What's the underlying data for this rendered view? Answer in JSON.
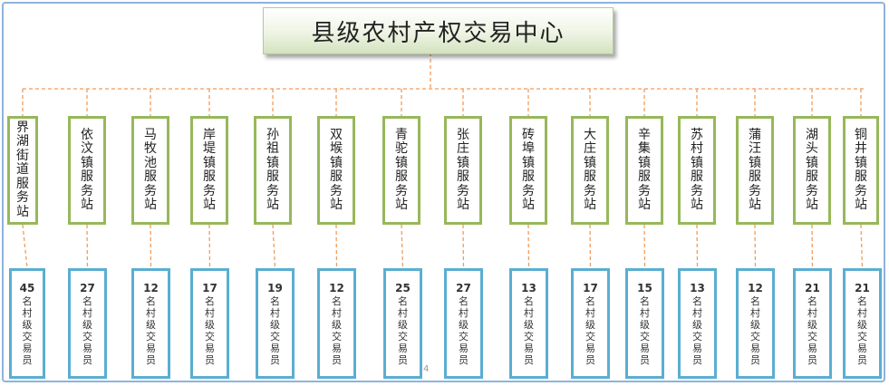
{
  "title": "县级农村产权交易中心",
  "page_number": "4",
  "colors": {
    "connector": "#f29b5a",
    "station_border": "#97b85a",
    "count_border": "#5aaed2",
    "frame_border": "#8fb3dc"
  },
  "stations": [
    {
      "name": "界湖街道服务站",
      "count": "45",
      "unit": "名村级交易员"
    },
    {
      "name": "依汶镇服务站",
      "count": "27",
      "unit": "名村级交易员"
    },
    {
      "name": "马牧池服务站",
      "count": "12",
      "unit": "名村级交易员"
    },
    {
      "name": "岸堤镇服务站",
      "count": "17",
      "unit": "名村级交易员"
    },
    {
      "name": "孙祖镇服务站",
      "count": "19",
      "unit": "名村级交易员"
    },
    {
      "name": "双堠镇服务站",
      "count": "12",
      "unit": "名村级交易员"
    },
    {
      "name": "青驼镇服务站",
      "count": "25",
      "unit": "名村级交易员"
    },
    {
      "name": "张庄镇服务站",
      "count": "27",
      "unit": "名村级交易员"
    },
    {
      "name": "砖埠镇服务站",
      "count": "13",
      "unit": "名村级交易员"
    },
    {
      "name": "大庄镇服务站",
      "count": "17",
      "unit": "名村级交易员"
    },
    {
      "name": "辛集镇服务站",
      "count": "15",
      "unit": "名村级交易员"
    },
    {
      "name": "苏村镇服务站",
      "count": "13",
      "unit": "名村级交易员"
    },
    {
      "name": "蒲汪镇服务站",
      "count": "12",
      "unit": "名村级交易员"
    },
    {
      "name": "湖头镇服务站",
      "count": "21",
      "unit": "名村级交易员"
    },
    {
      "name": "铜井镇服务站",
      "count": "21",
      "unit": "名村级交易员"
    }
  ]
}
